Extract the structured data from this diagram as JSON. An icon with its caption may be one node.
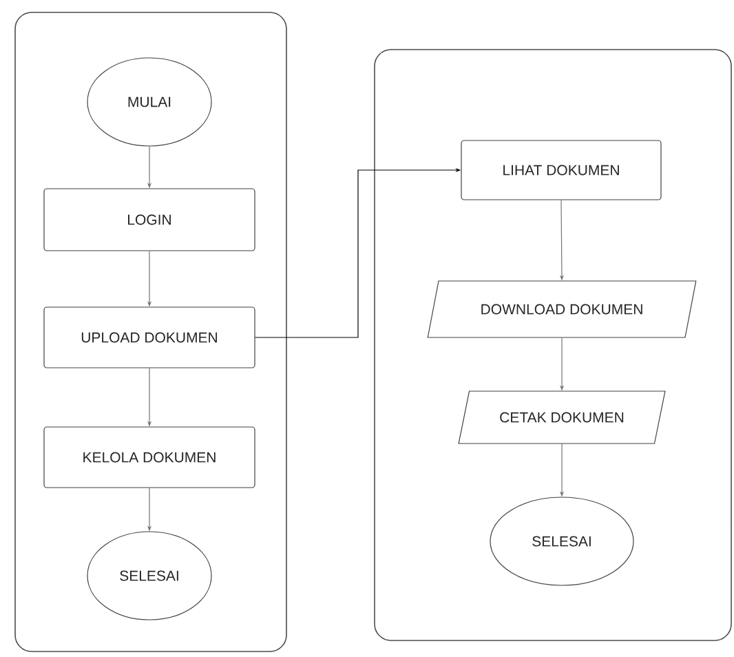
{
  "diagram": {
    "nodes": [
      {
        "text": [],
        "shape": "box"
      },
      {
        "text": [
          "MULAI"
        ],
        "in": 0
      },
      {
        "text": [
          "LOGIN"
        ],
        "in": 0
      },
      {
        "text": [
          "UPLOAD DOKUMEN"
        ],
        "in": 0
      },
      {
        "text": [
          "KELOLA DOKUMEN"
        ],
        "in": 0
      },
      {
        "text": [
          "SELESAI"
        ],
        "in": 0
      },
      {
        "text": [],
        "shape": "box"
      },
      {
        "text": [
          "LIHAT DOKUMEN"
        ],
        "in": 6
      },
      {
        "text": [
          "DOWNLOAD DOKUMEN"
        ],
        "in": 6
      },
      {
        "text": [
          "CETAK DOKUMEN"
        ],
        "in": 6
      },
      {
        "text": [
          "SELESAI"
        ],
        "in": 6
      }
    ],
    "edges": [
      {
        "from": 1,
        "to": 2,
        "arrow": "to"
      },
      {
        "from": 2,
        "to": 3,
        "arrow": "to"
      },
      {
        "from": 3,
        "to": 4,
        "arrow": "to"
      },
      {
        "from": 4,
        "to": 5,
        "arrow": "to"
      },
      {
        "from": 3,
        "to": 7,
        "arrow": "to",
        "color": "#000000"
      },
      {
        "from": 7,
        "to": 8,
        "arrow": "to"
      },
      {
        "from": 8,
        "to": 9,
        "arrow": "to"
      },
      {
        "from": 9,
        "to": 10,
        "arrow": "to"
      }
    ]
  }
}
